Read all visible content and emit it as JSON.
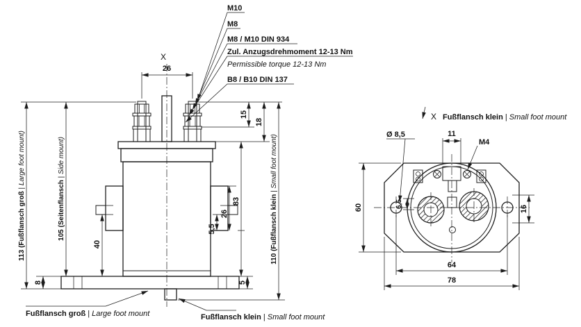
{
  "page": {
    "background": "#ffffff",
    "ink": "#1c1c1c"
  },
  "callouts": {
    "m10": "M10",
    "m8": "M8",
    "din934": "M8 / M10 DIN 934",
    "torque_de": "Zul. Anzugsdrehmoment 12-13 Nm",
    "torque_en": "Permissible torque 12-13 Nm",
    "din137": "B8 / B10 DIN 137"
  },
  "side_view": {
    "axis_label": "X",
    "dim_terminal_spacing": "26",
    "h113": {
      "value": "113",
      "de": "(Fußflansch groß",
      "en": "Large foot mount)"
    },
    "h105": {
      "value": "105",
      "de": "(Seitenflansch",
      "en": "Side mount)"
    },
    "h110": {
      "value": "110",
      "de": "(Fußflansch klein",
      "en": "Small foot mount)"
    },
    "d15": "15",
    "d18": "18",
    "d83": "83",
    "d26": "26",
    "d55": "5,5",
    "d40": "40",
    "d8": "8",
    "d5": "5"
  },
  "front_view": {
    "view_ref": "X",
    "title_de": "Fußflansch klein",
    "title_en": "Small foot mount",
    "dia": "Ø 8,5",
    "d11": "11",
    "m4": "M4",
    "d60": "60",
    "d65": "6,5",
    "d16": "16",
    "d64": "64",
    "d78": "78"
  },
  "footer": {
    "sep": "|",
    "large_de": "Fußflansch groß",
    "large_en": "Large foot mount",
    "small_de": "Fußflansch klein",
    "small_en": "Small foot mount"
  }
}
